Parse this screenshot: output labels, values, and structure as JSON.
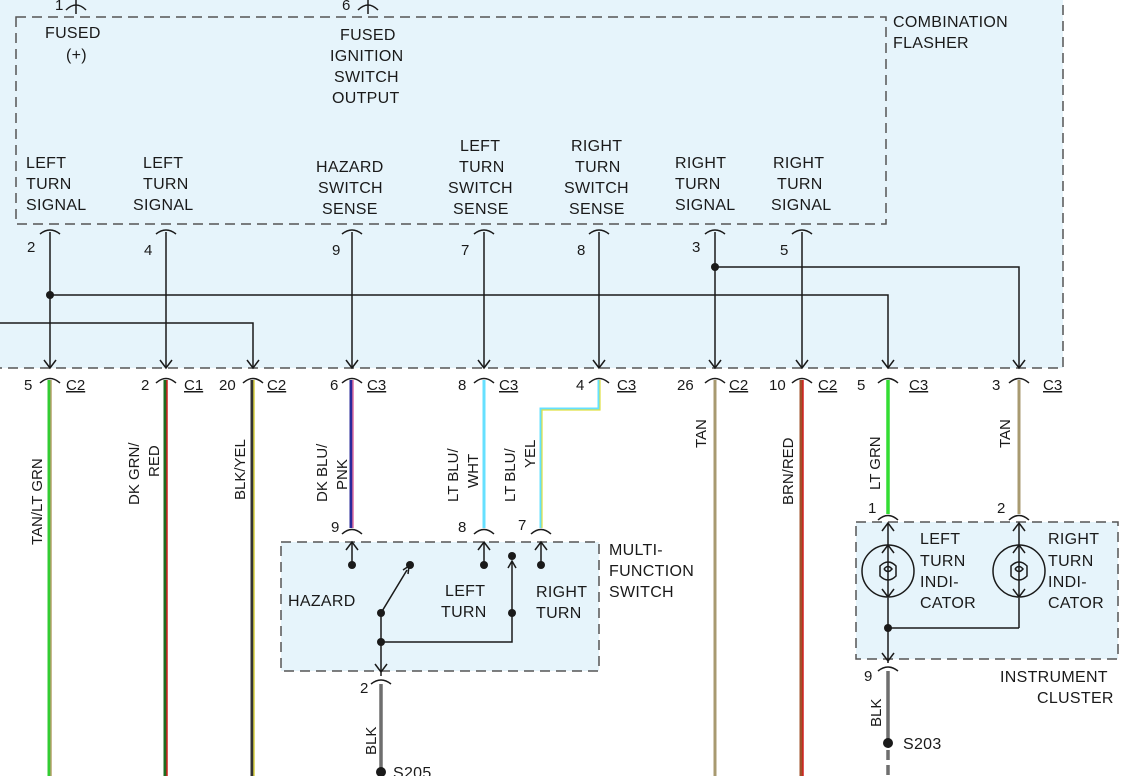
{
  "flasher": {
    "name": [
      "COMBINATION",
      "FLASHER"
    ],
    "top_pin_1": "1",
    "top_pin_6": "6",
    "fused_label": [
      "FUSED",
      "(+)"
    ],
    "fused_ignition_label": [
      "FUSED",
      "IGNITION",
      "SWITCH",
      "OUTPUT"
    ],
    "terminals": [
      {
        "pin": "2",
        "label": [
          "LEFT",
          "TURN",
          "SIGNAL"
        ]
      },
      {
        "pin": "4",
        "label": [
          "LEFT",
          "TURN",
          "SIGNAL"
        ]
      },
      {
        "pin": "9",
        "label": [
          "HAZARD",
          "SWITCH",
          "SENSE"
        ]
      },
      {
        "pin": "7",
        "label": [
          "LEFT",
          "TURN",
          "SWITCH",
          "SENSE"
        ]
      },
      {
        "pin": "8",
        "label": [
          "RIGHT",
          "TURN",
          "SWITCH",
          "SENSE"
        ]
      },
      {
        "pin": "3",
        "label": [
          "RIGHT",
          "TURN",
          "SIGNAL"
        ]
      },
      {
        "pin": "5",
        "label": [
          "RIGHT",
          "TURN",
          "SIGNAL"
        ]
      }
    ]
  },
  "connectors": [
    {
      "pin": "5",
      "conn": "C2",
      "wire": "TAN/LT GRN",
      "color": "#8a9a3a"
    },
    {
      "pin": "2",
      "conn": "C1",
      "wire": "DK GRN/ RED",
      "color": "#2e6b2e"
    },
    {
      "pin": "20",
      "conn": "C2",
      "wire": "BLK/YEL",
      "color": "#5a5a2a"
    },
    {
      "pin": "6",
      "conn": "C3",
      "wire": "DK BLU/ PNK",
      "color": "#2a2a8a"
    },
    {
      "pin": "8",
      "conn": "C3",
      "wire": "LT BLU/ WHT",
      "color": "#7fe6ff"
    },
    {
      "pin": "4",
      "conn": "C3",
      "wire": "LT BLU/ YEL",
      "color": "#7fe6ff"
    },
    {
      "pin": "26",
      "conn": "C2",
      "wire": "TAN",
      "color": "#a89a70"
    },
    {
      "pin": "10",
      "conn": "C2",
      "wire": "BRN/RED",
      "color": "#a04a2a"
    },
    {
      "pin": "5",
      "conn": "C3",
      "wire": "LT GRN",
      "color": "#33dd33"
    },
    {
      "pin": "3",
      "conn": "C3",
      "wire": "TAN",
      "color": "#a89a70"
    }
  ],
  "multifunction_switch": {
    "name": [
      "MULTI-",
      "FUNCTION",
      "SWITCH"
    ],
    "pins": [
      "9",
      "8",
      "7"
    ],
    "hazard_label": "HAZARD",
    "left_turn_label": [
      "LEFT",
      "TURN"
    ],
    "right_turn_label": [
      "RIGHT",
      "TURN"
    ],
    "ground_pin": "2",
    "ground_wire": "BLK",
    "splice": "S205"
  },
  "instrument_cluster": {
    "name": [
      "INSTRUMENT",
      "CLUSTER"
    ],
    "pins": [
      "1",
      "2"
    ],
    "left_indicator": [
      "LEFT",
      "TURN",
      "INDI-",
      "CATOR"
    ],
    "right_indicator": [
      "RIGHT",
      "TURN",
      "INDI-",
      "CATOR"
    ],
    "ground_pin": "9",
    "ground_wire": "BLK",
    "splice": "S203"
  },
  "colors": {
    "module_fill": "#e6f4fb",
    "line": "#1a1a1a",
    "ground_wire": "#6e6e6e"
  }
}
